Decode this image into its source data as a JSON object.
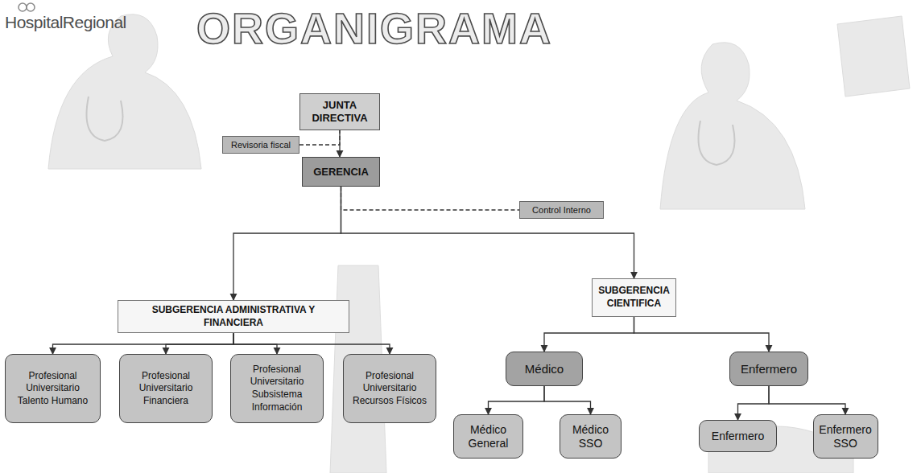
{
  "diagram": {
    "title": "ORGANIGRAMA",
    "nodes": [
      {
        "text": [
          "JUNTA DIRECTIVA"
        ]
      },
      {
        "text": [
          "Revisoria fiscal"
        ]
      },
      {
        "text": [
          "GERENCIA"
        ]
      },
      {
        "text": [
          "Control Interno"
        ]
      },
      {
        "text": [
          "SUBGERENCIA ADMINISTRATIVA Y FINANCIERA"
        ]
      },
      {
        "text": [
          "SUBGERENCIA CIENTIFICA"
        ]
      },
      {
        "text": [
          "Profesional Universitario Talento Humano"
        ]
      },
      {
        "text": [
          "Profesional Universitario Financiera"
        ]
      },
      {
        "text": [
          "Profesional Universitario Subsistema Información"
        ]
      },
      {
        "text": [
          "Profesional Universitario Recursos Físicos"
        ]
      },
      {
        "text": [
          "Médico"
        ]
      },
      {
        "text": [
          "Enfermero"
        ]
      },
      {
        "text": [
          "Médico General"
        ]
      },
      {
        "text": [
          "Médico SSO"
        ]
      },
      {
        "text": [
          "Enfermero"
        ]
      },
      {
        "text": [
          "Enfermero SSO"
        ]
      }
    ],
    "edges": [
      {
        "from": 0,
        "to": 2,
        "arrow": "to"
      },
      {
        "from": 1,
        "to": 0,
        "arrow": "none"
      },
      {
        "from": 2,
        "to": 3,
        "arrow": "none"
      },
      {
        "from": 2,
        "to": 4,
        "arrow": "to"
      },
      {
        "from": 2,
        "to": 5,
        "arrow": "to"
      },
      {
        "from": 4,
        "to": 6,
        "arrow": "to"
      },
      {
        "from": 4,
        "to": 7,
        "arrow": "to"
      },
      {
        "from": 4,
        "to": 8,
        "arrow": "to"
      },
      {
        "from": 4,
        "to": 9,
        "arrow": "to"
      },
      {
        "from": 5,
        "to": 10,
        "arrow": "to"
      },
      {
        "from": 5,
        "to": 11,
        "arrow": "to"
      },
      {
        "from": 10,
        "to": 12,
        "arrow": "to"
      },
      {
        "from": 10,
        "to": 13,
        "arrow": "to"
      },
      {
        "from": 11,
        "to": 14,
        "arrow": "to"
      },
      {
        "from": 11,
        "to": 15,
        "arrow": "to"
      }
    ],
    "labels": [
      "HospitalRegional"
    ]
  }
}
